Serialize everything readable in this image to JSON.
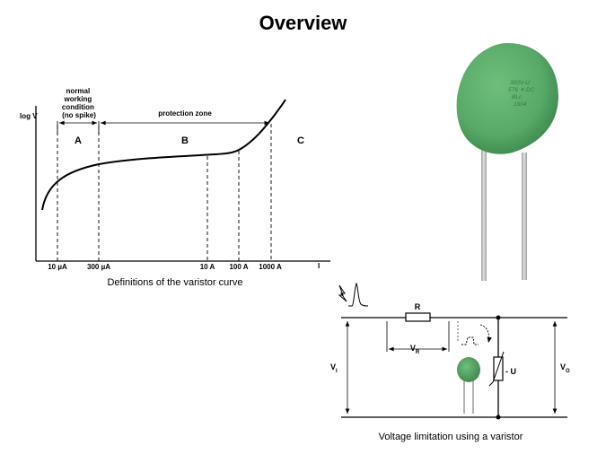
{
  "page": {
    "title": "Overview"
  },
  "curve_diagram": {
    "y_axis_label": "log V",
    "x_axis_label": "I",
    "zone_normal_lines": [
      "normal",
      "working",
      "condition",
      "(no spike)"
    ],
    "zone_protection_label": "protection zone",
    "region_labels": {
      "a": "A",
      "b": "B",
      "c": "C"
    },
    "tick_labels": [
      "10 µA",
      "300 µA",
      "10 A",
      "100 A",
      "1000 A"
    ],
    "caption": "Definitions of the varistor curve"
  },
  "component_photo": {
    "marking_lines": [
      "300V-U",
      "576 ✶ DC",
      "BLc",
      "1904"
    ]
  },
  "circuit": {
    "resistor_label": "R",
    "vr_label": "V",
    "vr_sub": "R",
    "vi_label": "V",
    "vi_sub": "I",
    "vo_label": "V",
    "vo_sub": "O",
    "varistor_label": "- U",
    "caption": "Voltage limitation using a varistor"
  },
  "colors": {
    "varistor_green": "#5aa86a",
    "varistor_dark": "#3f8a50",
    "lead_gray": "#b8bcb8",
    "line": "#000000"
  }
}
